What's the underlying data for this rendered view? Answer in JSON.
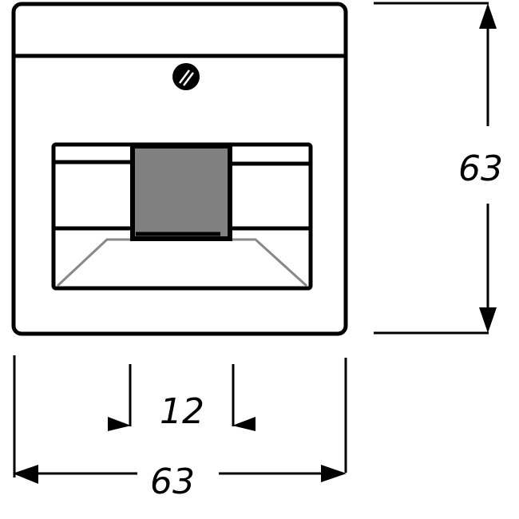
{
  "drawing": {
    "subject": "Data socket cover plate with RJ45 opening",
    "colors": {
      "line": "#000000",
      "port_fill": "#808080",
      "bevel_line": "#888888",
      "background": "#ffffff"
    },
    "dimensions": {
      "height": {
        "value": "63",
        "orientation": "vertical"
      },
      "width": {
        "value": "63",
        "orientation": "horizontal"
      },
      "opening_width": {
        "value": "12",
        "orientation": "horizontal"
      }
    },
    "features": {
      "label_strip": "label-field-strip",
      "screw": "fixing-screw",
      "port": "rj45-port",
      "shutter": "dust-shutter-bevel"
    }
  }
}
